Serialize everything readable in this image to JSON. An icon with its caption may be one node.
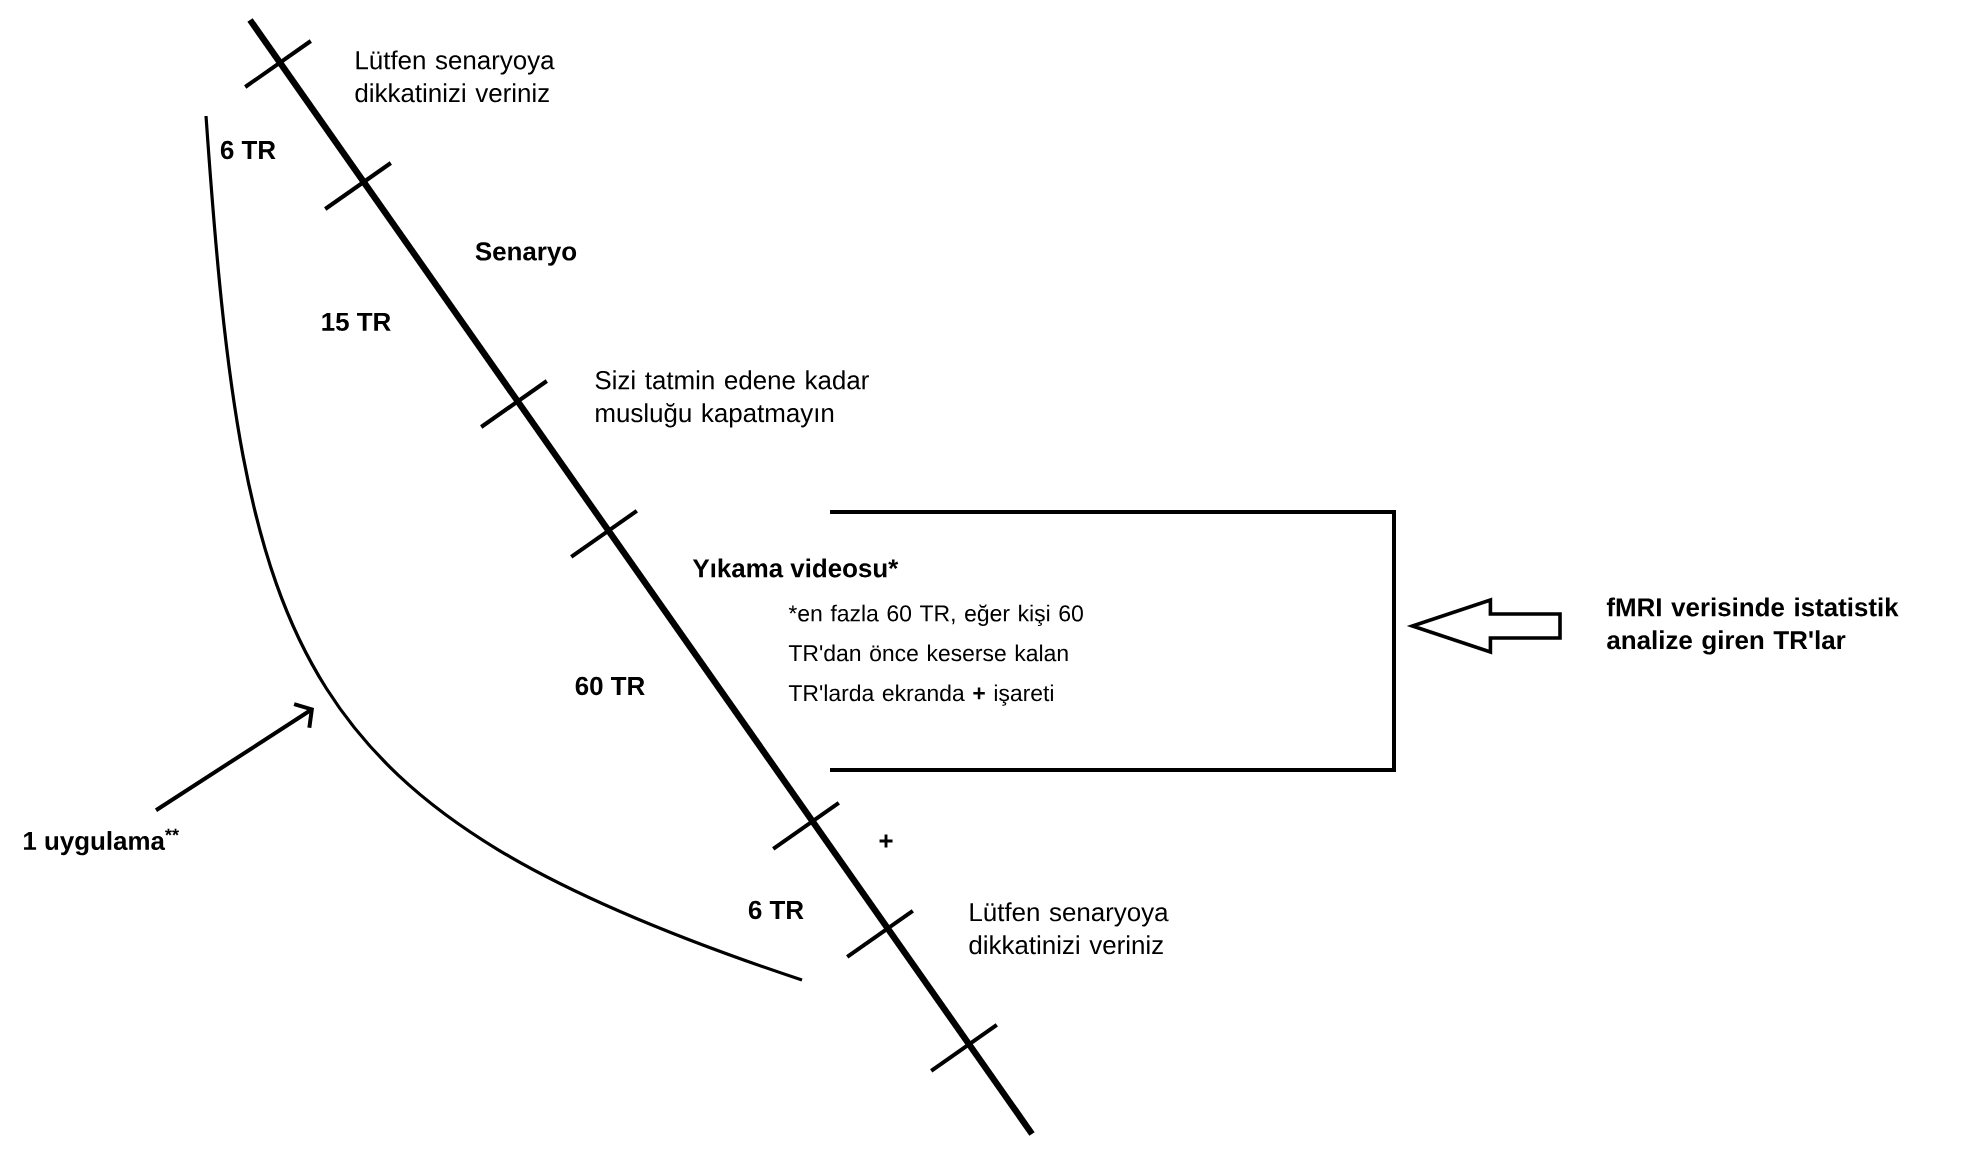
{
  "diagram": {
    "nodes": [
      {
        "text": [
          "Yıkama videosu*",
          "*en fazla 60 TR, eğer kişi 60 TR'dan önce keserse kalan TR'larda ekranda **+** işareti"
        ]
      },
      {
        "text": [
          "fMRI verisinde istatistik analize giren TR'lar"
        ]
      },
      {
        "text": [
          "1 uygulama$^{**}$"
        ]
      }
    ],
    "edges": [
      {
        "from": 1,
        "to": 0,
        "arrow": "to"
      },
      {
        "from": 2,
        "to": null,
        "arrow": "to"
      }
    ],
    "labels": [
      "Lütfen senaryoya dikkatinizi veriniz",
      "6 TR",
      "Senaryo",
      "15 TR",
      "Sizi tatmin edene kadar musluğu kapatmayın",
      "60 TR",
      "+",
      "6 TR",
      "Lütfen senaryoya dikkatinizi veriniz"
    ]
  }
}
